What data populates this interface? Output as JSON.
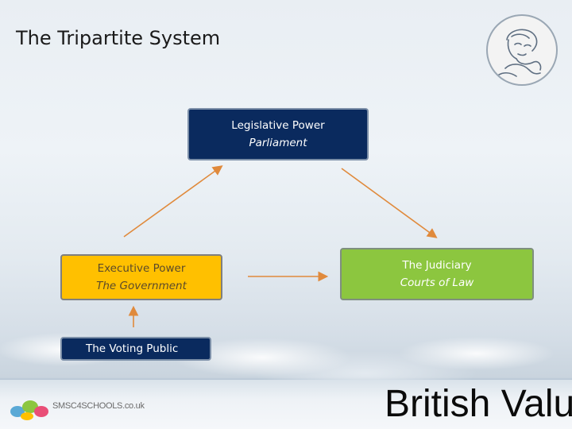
{
  "slide": {
    "title": "The Tripartite System",
    "brand_text": "British Valu",
    "site_logo_text": "SMSC4SCHOOLS.co.uk"
  },
  "nodes": {
    "legislative": {
      "title": "Legislative Power",
      "subtitle": "Parliament"
    },
    "executive": {
      "title": "Executive Power",
      "subtitle": "The Government"
    },
    "judiciary": {
      "title": "The Judiciary",
      "subtitle": "Courts of Law"
    },
    "voting": {
      "title": "The Voting Public"
    }
  },
  "colors": {
    "legislative_fill": "#0a2a5e",
    "executive_fill": "#ffc000",
    "judiciary_fill": "#8cc63f",
    "voting_fill": "#0a2a5e",
    "arrow": "#e08a3c"
  },
  "edges": [
    {
      "from": "executive",
      "to": "legislative"
    },
    {
      "from": "legislative",
      "to": "judiciary"
    },
    {
      "from": "executive",
      "to": "judiciary"
    },
    {
      "from": "voting",
      "to": "executive"
    }
  ]
}
